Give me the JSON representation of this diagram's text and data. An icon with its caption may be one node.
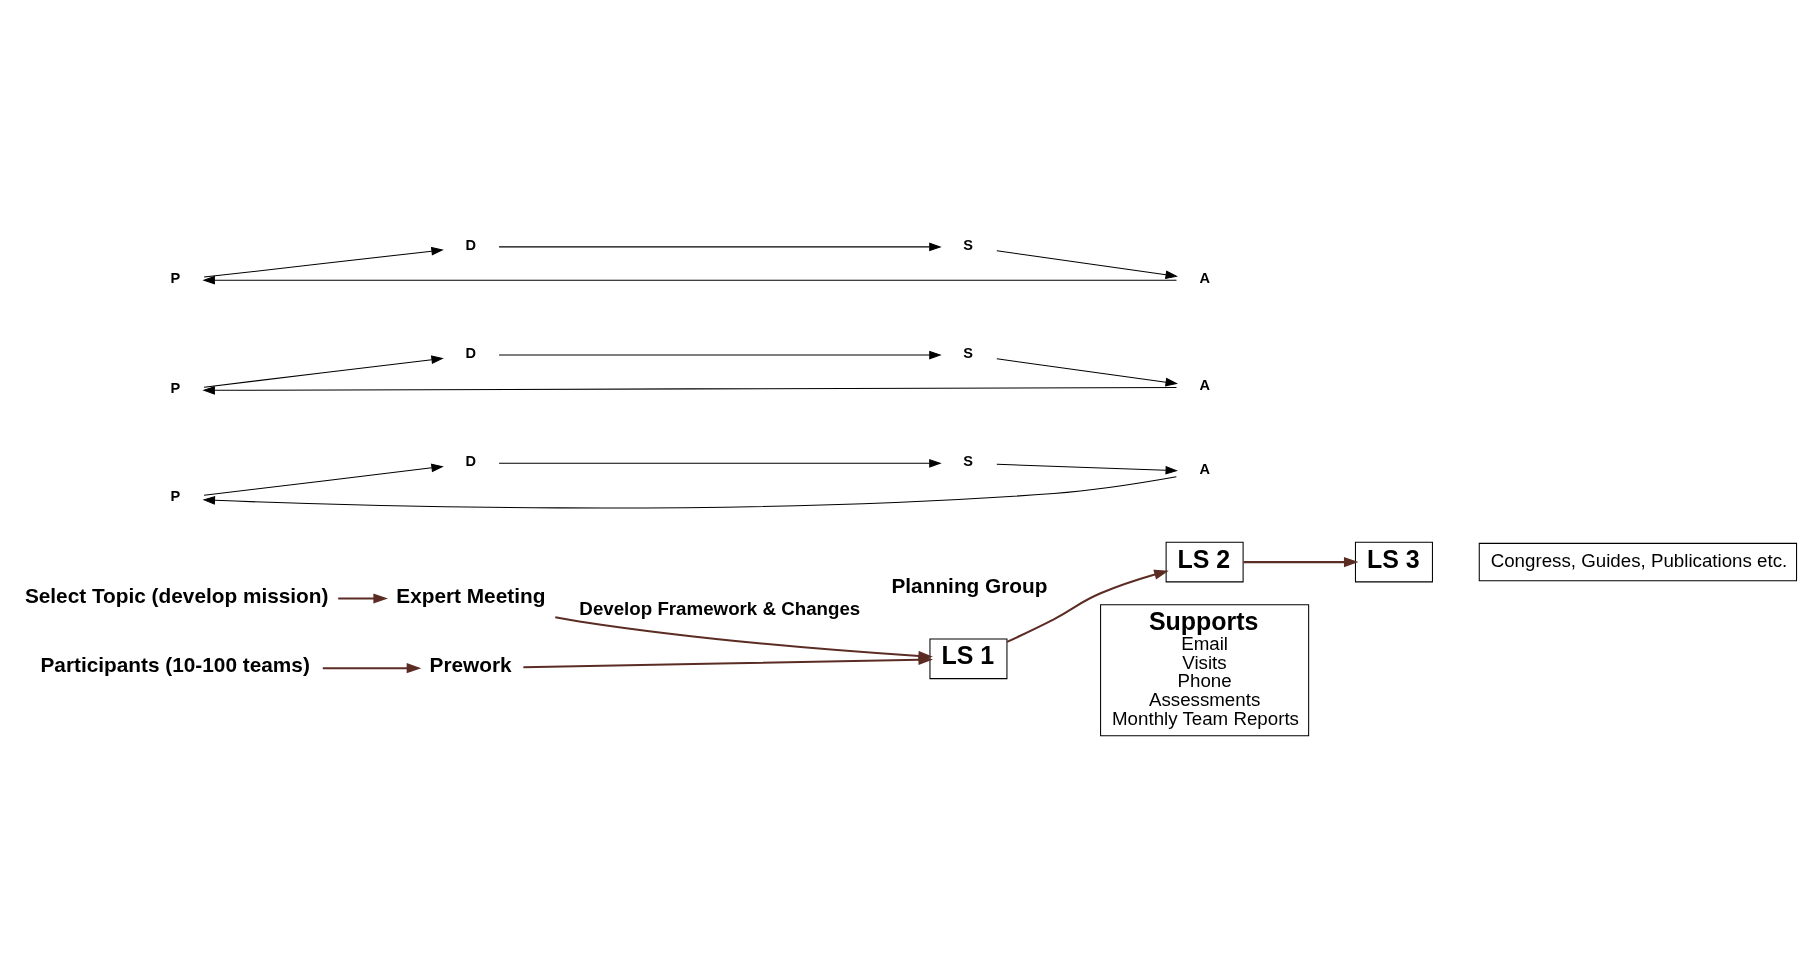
{
  "diagram": {
    "nodes": [
      {
        "text": [
          "Select Topic (develop mission)"
        ]
      },
      {
        "text": [
          "Expert Meeting"
        ]
      },
      {
        "text": [
          "Participants (10-100 teams)"
        ]
      },
      {
        "text": [
          "Prework"
        ]
      },
      {
        "text": [
          "LS 1"
        ]
      },
      {
        "text": [
          "LS 2"
        ]
      },
      {
        "text": [
          "LS 3"
        ]
      },
      {
        "text": [
          "P"
        ]
      },
      {
        "text": [
          "D"
        ]
      },
      {
        "text": [
          "S"
        ]
      },
      {
        "text": [
          "A"
        ]
      },
      {
        "text": [
          "P"
        ]
      },
      {
        "text": [
          "D"
        ]
      },
      {
        "text": [
          "S"
        ]
      },
      {
        "text": [
          "A"
        ]
      },
      {
        "text": [
          "P"
        ]
      },
      {
        "text": [
          "D"
        ]
      },
      {
        "text": [
          "S"
        ]
      },
      {
        "text": [
          "A"
        ]
      },
      {
        "text": [
          "Congress, Guides, Publications etc."
        ]
      },
      {
        "text": [
          "Supports",
          "Email",
          "Visits",
          "Phone",
          "Assessments",
          "Monthly Team Reports"
        ]
      }
    ],
    "edges": [
      {
        "from": 0,
        "to": 1,
        "arrow": "to",
        "color": "#5b2c24"
      },
      {
        "from": 1,
        "to": 4,
        "arrow": "to",
        "label": "Develop Framework & Changes",
        "color": "#5b2c24"
      },
      {
        "from": 2,
        "to": 3,
        "arrow": "to",
        "color": "#5b2c24"
      },
      {
        "from": 3,
        "to": 4,
        "arrow": "to",
        "color": "#5b2c24"
      },
      {
        "from": 4,
        "to": 5,
        "arrow": "to",
        "color": "#5b2c24"
      },
      {
        "from": 5,
        "to": 6,
        "arrow": "to",
        "color": "#5b2c24"
      },
      {
        "from": 7,
        "to": 8,
        "arrow": "to"
      },
      {
        "from": 8,
        "to": 9,
        "arrow": "to"
      },
      {
        "from": 9,
        "to": 10,
        "arrow": "to"
      },
      {
        "from": 10,
        "to": 7,
        "arrow": "to"
      },
      {
        "from": 11,
        "to": 12,
        "arrow": "to"
      },
      {
        "from": 12,
        "to": 13,
        "arrow": "to"
      },
      {
        "from": 13,
        "to": 14,
        "arrow": "to"
      },
      {
        "from": 14,
        "to": 11,
        "arrow": "to"
      },
      {
        "from": 15,
        "to": 16,
        "arrow": "to"
      },
      {
        "from": 16,
        "to": 17,
        "arrow": "to"
      },
      {
        "from": 17,
        "to": 18,
        "arrow": "to"
      },
      {
        "from": 18,
        "to": 15,
        "arrow": "to"
      }
    ],
    "labels": [
      "Planning Group"
    ]
  }
}
